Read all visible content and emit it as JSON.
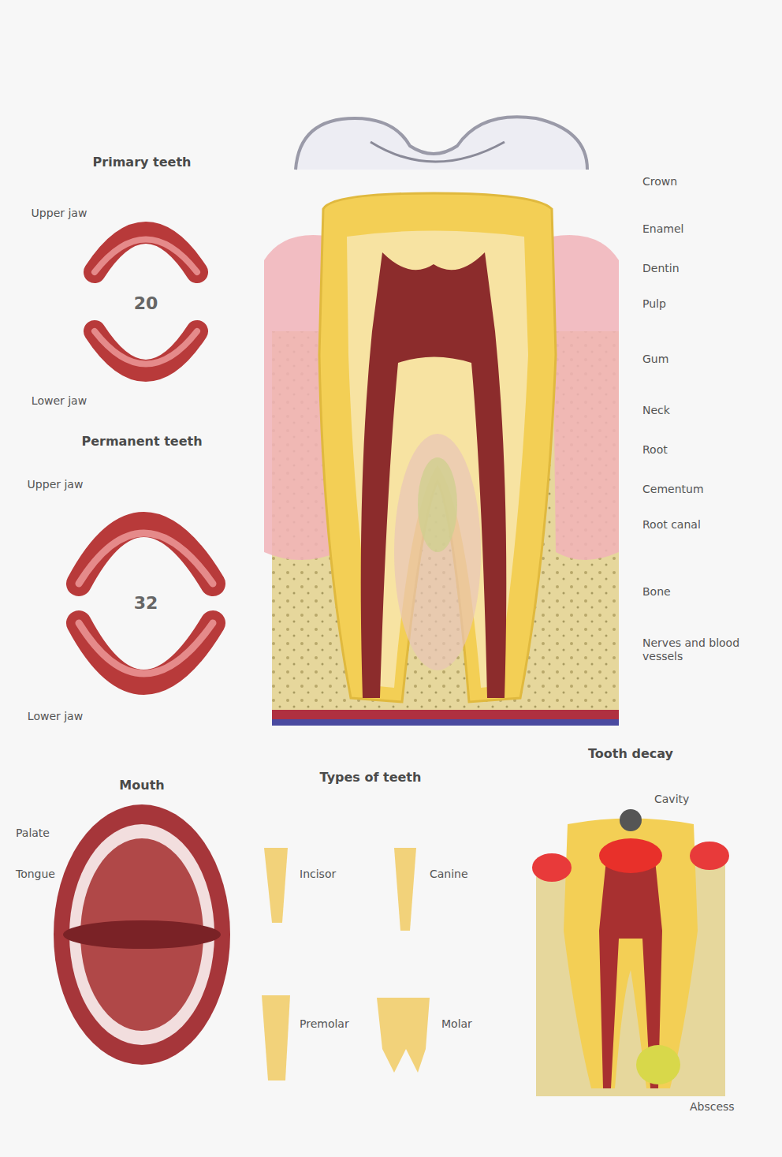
{
  "diagram": {
    "labels": [
      "Primary teeth",
      "Upper jaw",
      "20",
      "Lower jaw",
      "Permanent teeth",
      "Upper jaw",
      "32",
      "Lower jaw",
      "Crown",
      "Enamel",
      "Dentin",
      "Pulp",
      "Gum",
      "Neck",
      "Root",
      "Cementum",
      "Root canal",
      "Bone",
      "Nerves and blood vessels",
      "Mouth",
      "Palate",
      "Tongue",
      "Types of teeth",
      "Incisor",
      "Canine",
      "Premolar",
      "Molar",
      "Tooth decay",
      "Cavity",
      "Abscess"
    ]
  }
}
